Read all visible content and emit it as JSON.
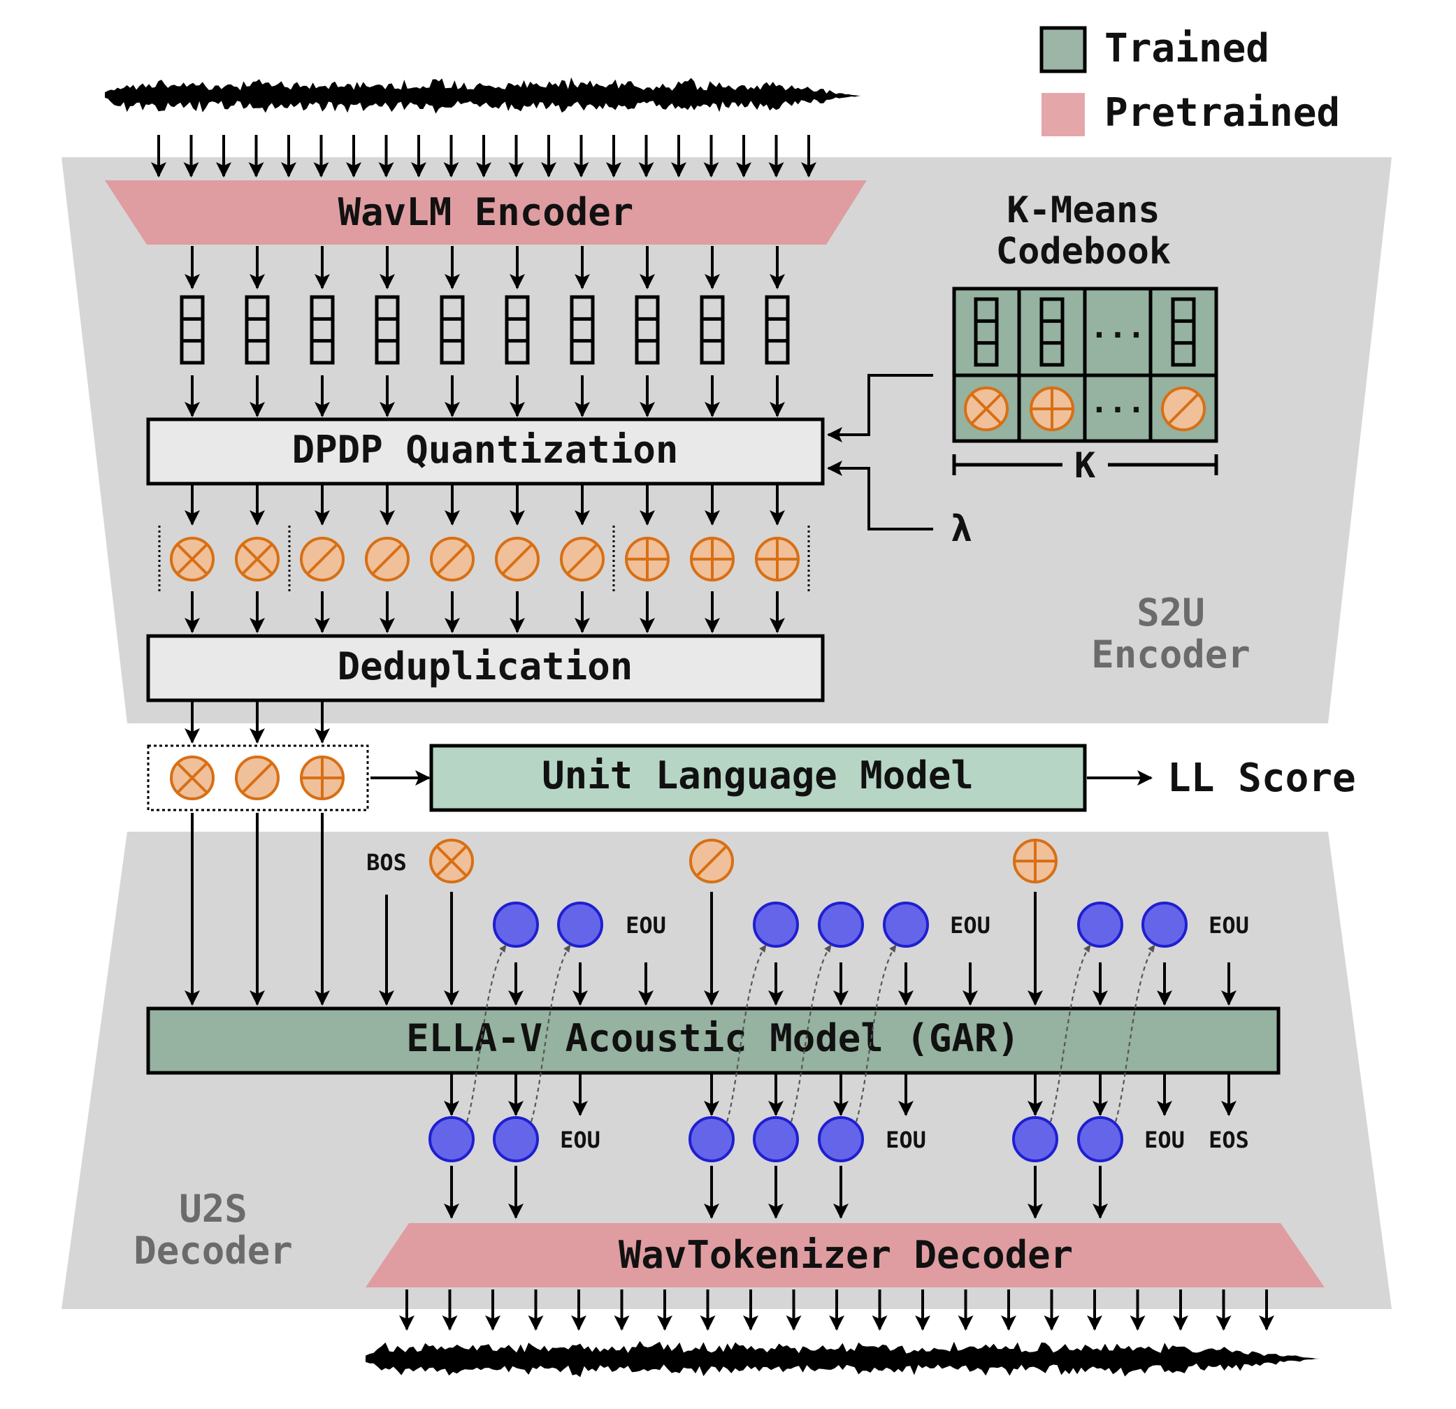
{
  "legend": {
    "trained_label": "Trained",
    "pretrained_label": "Pretrained",
    "trained_color": "#9db5a6",
    "pretrained_color": "#e5a6aa"
  },
  "encoder": {
    "wavlm_label": "WavLM Encoder",
    "dpdp_label": "DPDP Quantization",
    "dedup_label": "Deduplication",
    "codebook_title_line1": "K-Means",
    "codebook_title_line2": "Codebook",
    "codebook_ellipsis": "...",
    "k_label": "K",
    "lambda_label": "λ",
    "section_line1": "S2U",
    "section_line2": "Encoder"
  },
  "ulm": {
    "label": "Unit Language Model",
    "output_label": "LL Score"
  },
  "decoder": {
    "acoustic_model_label": "ELLA-V Acoustic Model (GAR)",
    "wavtokenizer_label": "WavTokenizer Decoder",
    "bos_label": "BOS",
    "eou_label": "EOU",
    "eos_label": "EOS",
    "section_line1": "U2S",
    "section_line2": "Decoder"
  },
  "colors": {
    "panel_bg": "#d6d6d6",
    "pretrained_fill": "#df9da1",
    "trained_fill": "#96b2a1",
    "ulm_fill": "#b6d5c5",
    "box_fill": "#e9e9e9",
    "unit_orange": "#d86f14",
    "unit_fill": "#efc09a",
    "acoustic_token_fill": "#6565ea",
    "acoustic_token_stroke": "#1f1fd0"
  },
  "unit_sequence": [
    "cross",
    "cross",
    "slash",
    "slash",
    "slash",
    "slash",
    "slash",
    "plus",
    "plus",
    "plus"
  ],
  "dedup_units": [
    "cross",
    "slash",
    "plus"
  ]
}
